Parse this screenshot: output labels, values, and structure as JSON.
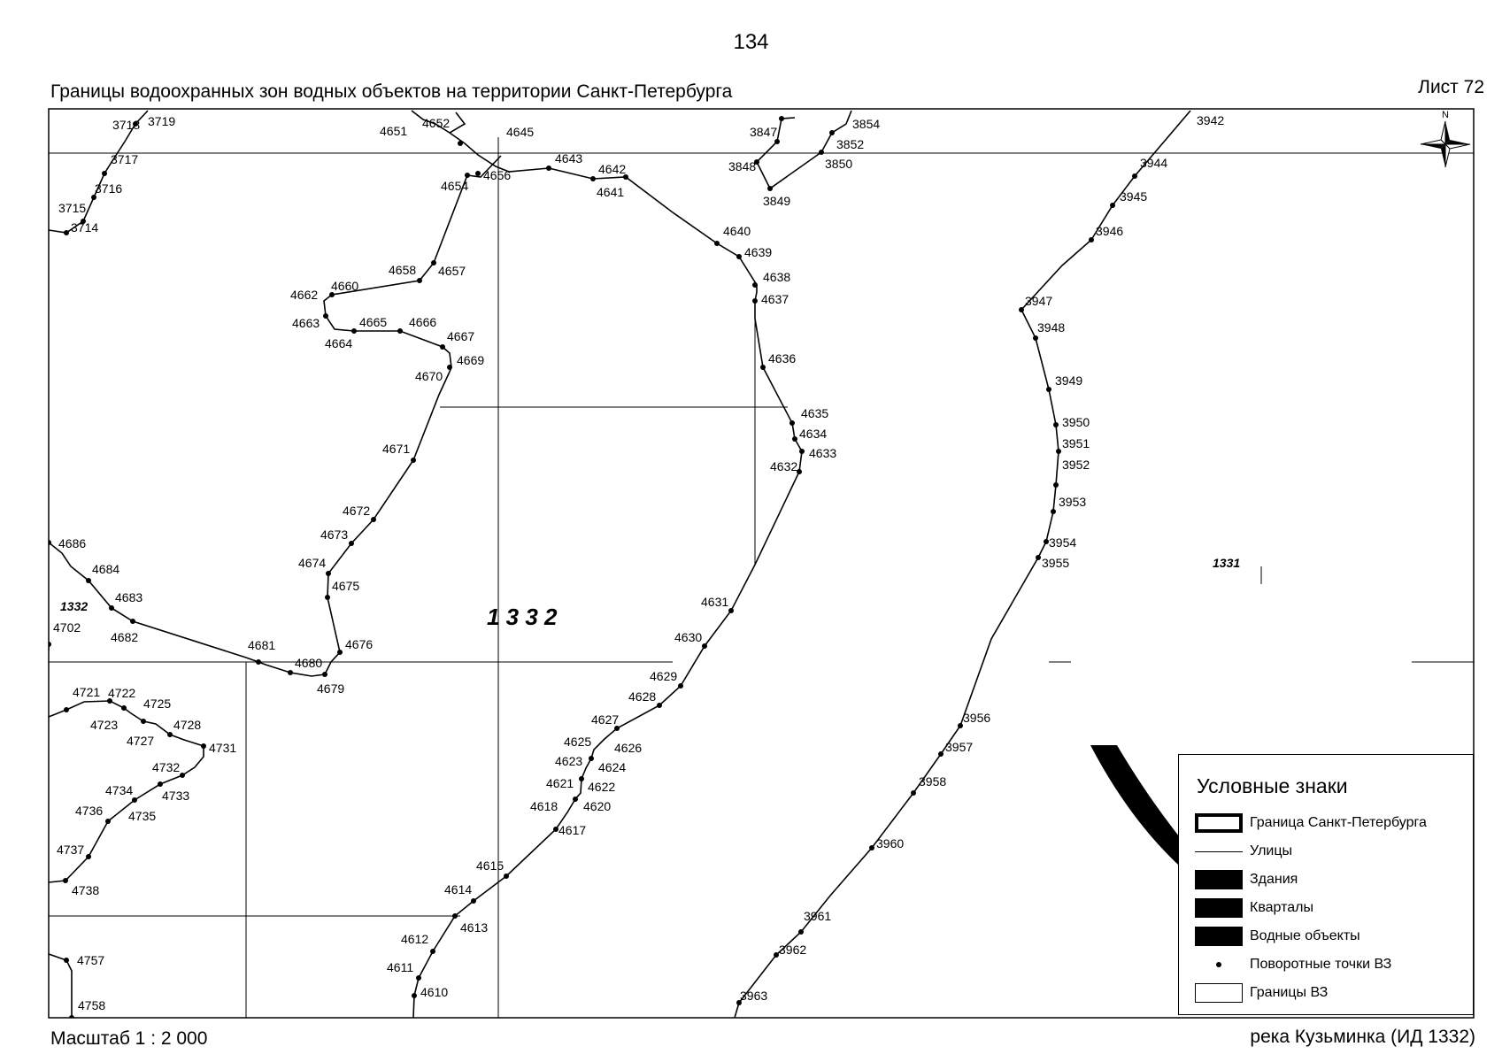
{
  "page": {
    "page_number": "134",
    "title": "Границы водоохранных зон водных объектов на территории Санкт-Петербурга",
    "sheet": "Лист 72",
    "scale": "Масштаб 1 : 2 000",
    "object_caption": "река Кузьминка (ИД 1332)"
  },
  "zones": {
    "main": "1 3 3 2",
    "left": "1332",
    "right": "1331"
  },
  "compass": {
    "north": "N"
  },
  "legend": {
    "title": "Условные знаки",
    "items": [
      {
        "id": "spb-border",
        "label": "Граница Санкт-Петербурга"
      },
      {
        "id": "streets",
        "label": "Улицы"
      },
      {
        "id": "buildings",
        "label": "Здания"
      },
      {
        "id": "blocks",
        "label": "Кварталы"
      },
      {
        "id": "water",
        "label": "Водные объекты"
      },
      {
        "id": "turn-points",
        "label": "Поворотные точки ВЗ"
      },
      {
        "id": "wz-borders",
        "label": "Границы ВЗ"
      }
    ]
  },
  "turn_points": [
    "3714",
    "3715",
    "3716",
    "3717",
    "3718",
    "3719",
    "3847",
    "3848",
    "3849",
    "3850",
    "3852",
    "3854",
    "3942",
    "3944",
    "3945",
    "3946",
    "3947",
    "3948",
    "3949",
    "3950",
    "3951",
    "3952",
    "3953",
    "3954",
    "3955",
    "3956",
    "3957",
    "3958",
    "3960",
    "3961",
    "3962",
    "3963",
    "4610",
    "4611",
    "4612",
    "4613",
    "4614",
    "4615",
    "4617",
    "4618",
    "4620",
    "4621",
    "4622",
    "4623",
    "4624",
    "4625",
    "4626",
    "4627",
    "4628",
    "4629",
    "4630",
    "4631",
    "4632",
    "4633",
    "4634",
    "4635",
    "4636",
    "4637",
    "4638",
    "4639",
    "4640",
    "4641",
    "4642",
    "4643",
    "4645",
    "4651",
    "4652",
    "4654",
    "4656",
    "4657",
    "4658",
    "4660",
    "4662",
    "4663",
    "4664",
    "4665",
    "4666",
    "4667",
    "4669",
    "4670",
    "4671",
    "4672",
    "4673",
    "4674",
    "4675",
    "4676",
    "4679",
    "4680",
    "4681",
    "4682",
    "4683",
    "4684",
    "4686",
    "4702",
    "4721",
    "4722",
    "4723",
    "4725",
    "4727",
    "4728",
    "4731",
    "4732",
    "4733",
    "4734",
    "4735",
    "4736",
    "4737",
    "4738",
    "4757",
    "4758"
  ]
}
